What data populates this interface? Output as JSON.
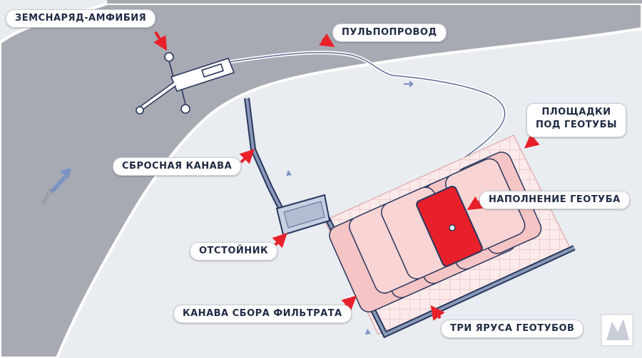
{
  "labels": {
    "dredger": "ЗЕМСНАРЯД-АМФИБИЯ",
    "pipeline": "ПУЛЬПОПРОВОД",
    "geotube_pads_line1": "ПЛОЩАДКИ",
    "geotube_pads_line2": "ПОД ГЕОТУБЫ",
    "discharge_channel": "СБРОСНАЯ КАНАВА",
    "geotube_filling": "НАПОЛНЕНИЕ ГЕОТУБА",
    "settling_tank": "ОТСТОЙНИК",
    "filtrate_channel": "КАНАВА СБОРА ФИЛЬТРАТА",
    "three_tiers": "ТРИ ЯРУСА ГЕОТУБОВ"
  },
  "river_label": "река",
  "colors": {
    "background": "#e9ecf0",
    "river": "#a7aab2",
    "river_bank": "#ffffff",
    "arrow_red": "#e8202a",
    "label_text": "#1f2a44",
    "outline_navy": "#27375e",
    "channel_blue": "#8a9ab8",
    "geotube_pink": "#f5c4c4",
    "geotube_active": "#e8202a",
    "flow_arrow": "#7b93c4"
  },
  "icons": [
    "dredger-icon",
    "geotube-grid-icon",
    "settling-tank-icon",
    "logo-icon"
  ]
}
